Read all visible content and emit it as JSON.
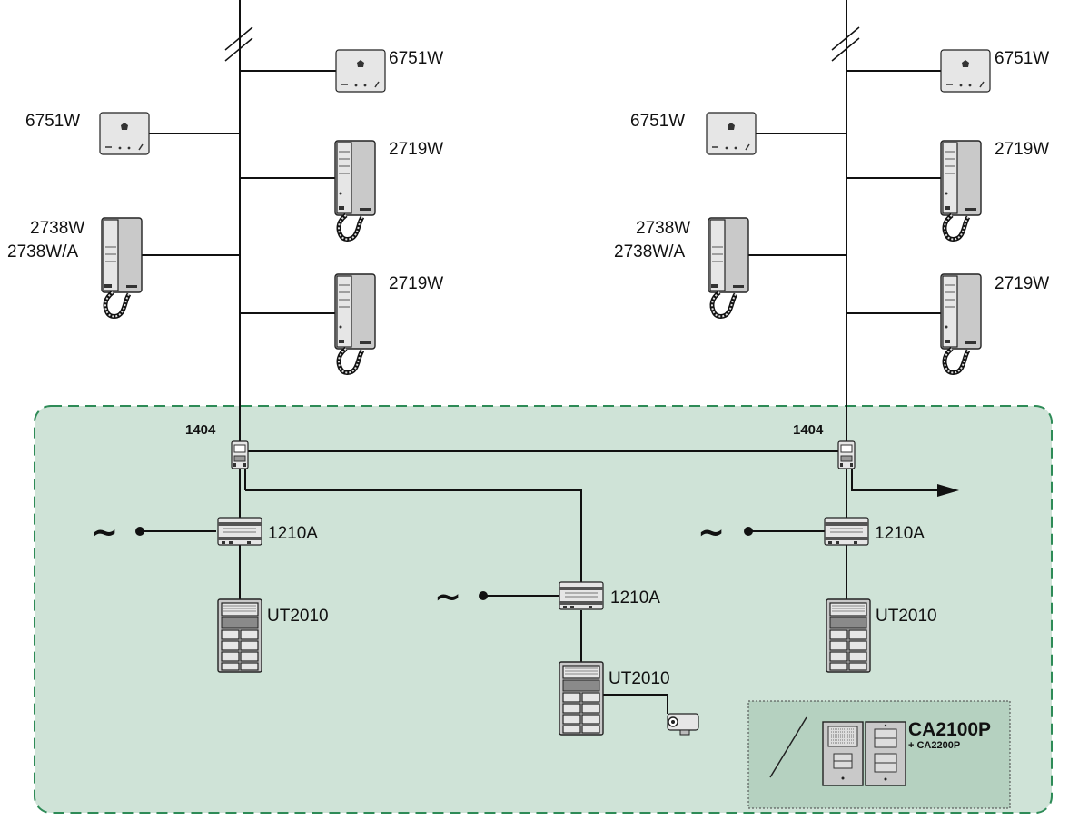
{
  "labels": {
    "monitor_6751w_left_top": "6751W",
    "monitor_6751w_left_mid": "6751W",
    "handset_2719w_left_1": "2719W",
    "handset_2719w_left_2": "2719W",
    "handset_2738w_left_a": "2738W",
    "handset_2738w_left_b": "2738W/A",
    "monitor_6751w_right_top": "6751W",
    "monitor_6751w_right_mid": "6751W",
    "handset_2719w_right_1": "2719W",
    "handset_2719w_right_2": "2719W",
    "handset_2738w_right_a": "2738W",
    "handset_2738w_right_b": "2738W/A",
    "distributor_left": "1404",
    "distributor_right": "1404",
    "power_left": "1210A",
    "power_center": "1210A",
    "power_right": "1210A",
    "panel_left": "UT2010",
    "panel_center": "UT2010",
    "panel_right": "UT2010",
    "mains_symbol": "~",
    "inset_main": "CA2100P",
    "inset_sub": "+ CA2200P"
  },
  "colors": {
    "zone_fill": "#cfe3d7",
    "zone_border": "#2e8b57",
    "inset_fill": "#b5d1c0"
  }
}
